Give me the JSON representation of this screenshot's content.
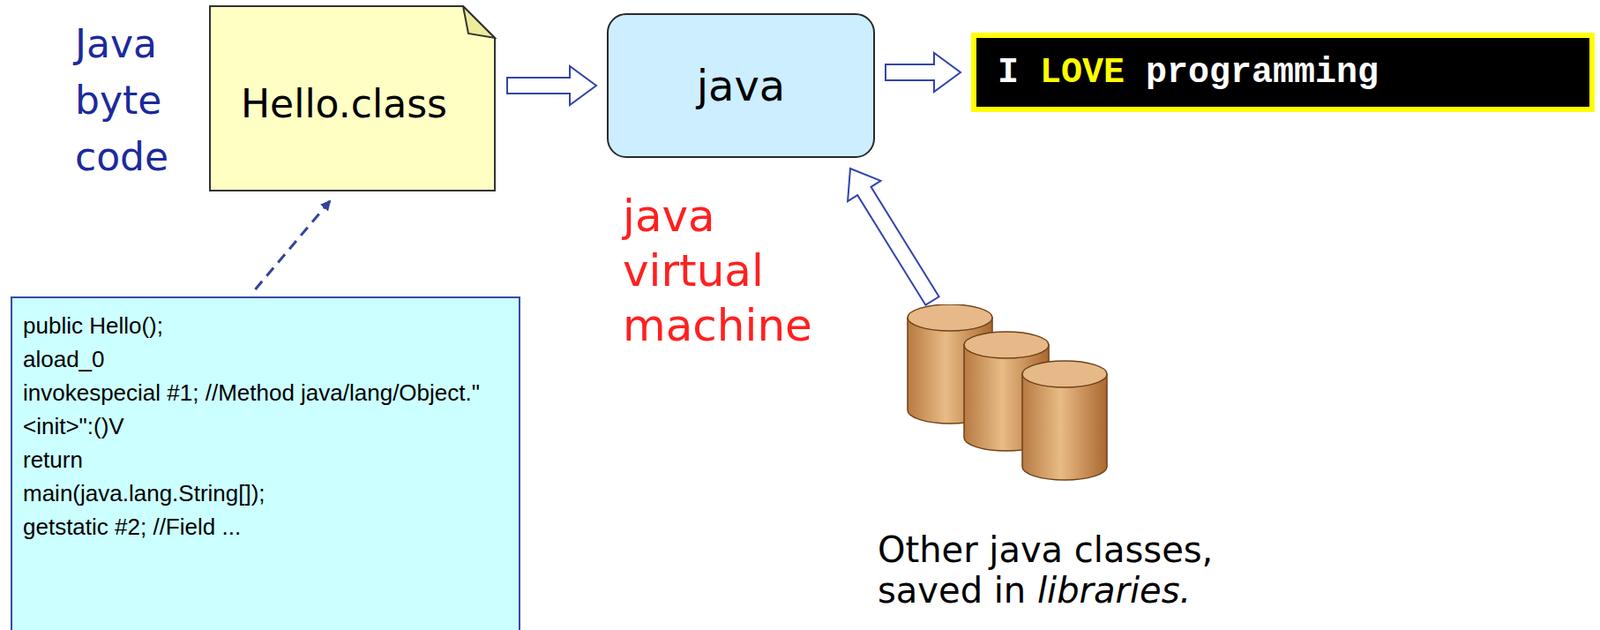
{
  "diagram": {
    "nodes": [
      {
        "text": [
          "Hello.class"
        ]
      },
      {
        "text": [
          "java"
        ]
      },
      {
        "text": [
          "I LOVE programming"
        ]
      },
      {
        "text": [
          "public Hello();",
          "aload_0",
          "invokespecial #1; //Method java/lang/Object.\"<init>\":()V",
          "return",
          "main(java.lang.String[]);",
          "getstatic #2; //Field ..."
        ]
      },
      {
        "text": [
          "Other java classes, saved in libraries."
        ]
      }
    ],
    "edges": [
      {
        "from": 0,
        "to": 1,
        "arrow": "to"
      },
      {
        "from": 1,
        "to": 2,
        "arrow": "to"
      },
      {
        "from": 3,
        "to": 0,
        "arrow": "to"
      },
      {
        "from": 4,
        "to": 1,
        "arrow": "to"
      }
    ],
    "labels": [
      "Java byte code",
      "java virtual machine"
    ]
  }
}
